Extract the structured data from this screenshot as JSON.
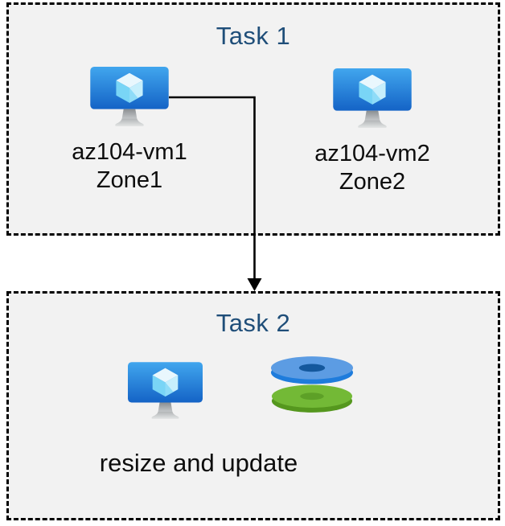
{
  "diagram": {
    "task1": {
      "title": "Task 1",
      "vms": [
        {
          "name": "az104-vm1",
          "zone": "Zone1"
        },
        {
          "name": "az104-vm2",
          "zone": "Zone2"
        }
      ]
    },
    "task2": {
      "title": "Task 2",
      "caption": "resize and update",
      "icons": [
        "virtual-machine-icon",
        "managed-disks-icon"
      ]
    },
    "arrow": {
      "from": "az104-vm1",
      "to": "Task 2"
    },
    "colors": {
      "page_background": "#ffffff",
      "box_background": "#f2f2f2",
      "box_border": "#000000",
      "title_text": "#1f4e79",
      "label_text": "#0d0d0d",
      "arrow": "#000000",
      "monitor_gradient_top": "#41a6ee",
      "monitor_gradient_bottom": "#1463c6",
      "cube_top": "#e9f7fd",
      "cube_left": "#79d5f6",
      "cube_right": "#c6effc",
      "stand_gray_dark": "#8a8e91",
      "stand_gray_light": "#e4e6e6",
      "disk_blue_top": "#5c9ce3",
      "disk_blue_rim": "#1e7cdc",
      "disk_blue_hole": "#14589d",
      "disk_green_top": "#73b936",
      "disk_green_rim": "#55971e",
      "disk_green_hole": "#5da027"
    }
  }
}
